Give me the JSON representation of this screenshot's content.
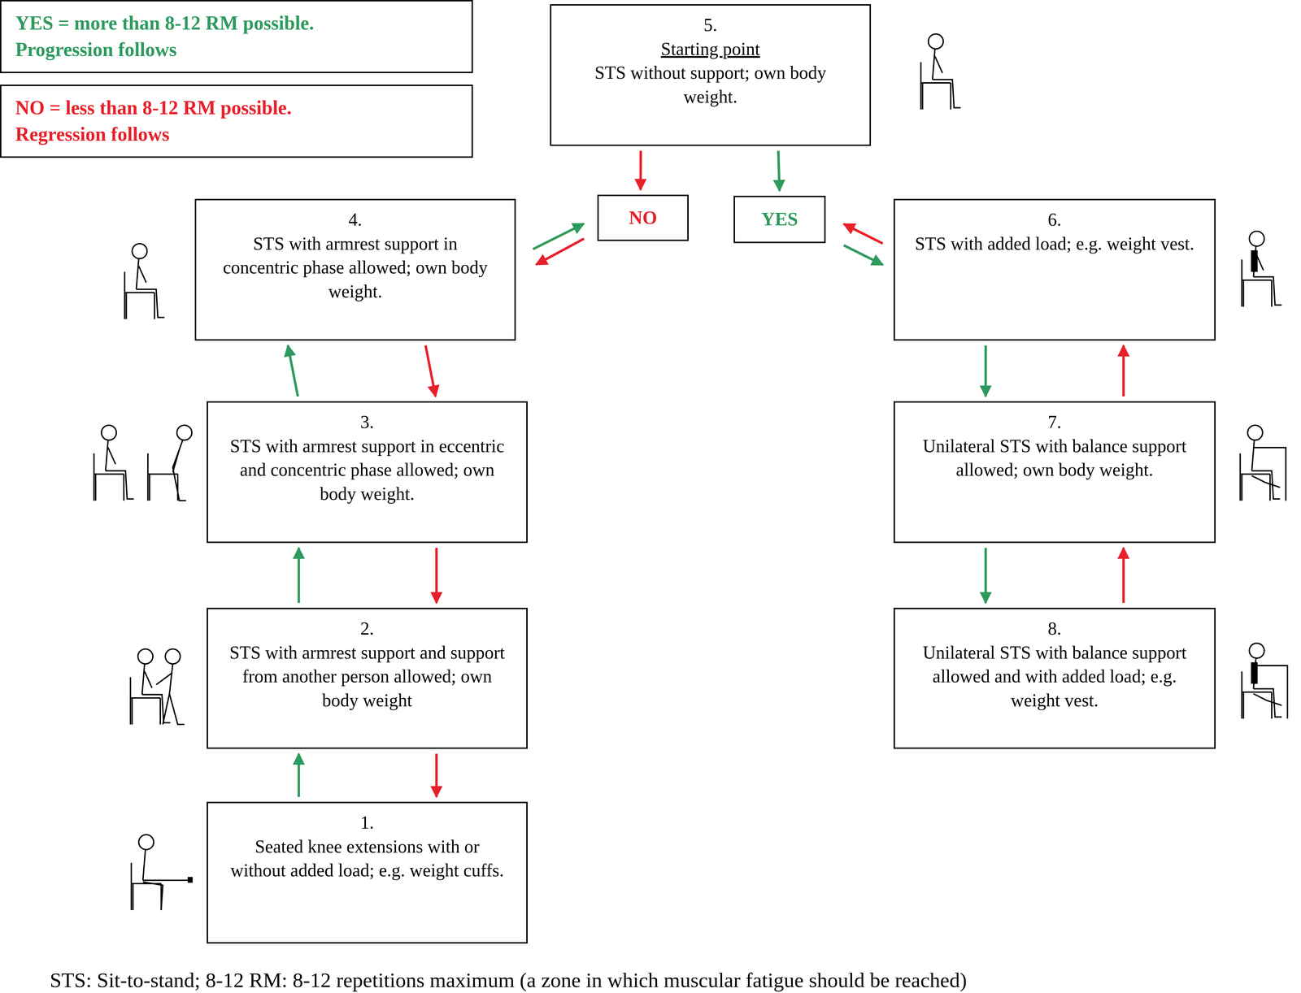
{
  "diagram": {
    "caption": "STS: Sit-to-stand; 8-12 RM: 8-12 repetitions maximum (a zone in which muscular fatigue should be reached)",
    "nodes": [
      {
        "text": [
          "YES = more than 8-12 RM possible. Progression follows"
        ]
      },
      {
        "text": [
          "NO = less than 8-12 RM possible. Regression follows"
        ]
      },
      {
        "text": [
          "5.",
          "Starting point",
          "STS without support; own body weight."
        ]
      },
      {
        "text": [
          "4.",
          "STS with armrest support in concentric phase allowed; own body weight."
        ]
      },
      {
        "text": [
          "NO"
        ]
      },
      {
        "text": [
          "YES"
        ]
      },
      {
        "text": [
          "6.",
          "STS with added load; e.g. weight vest."
        ]
      },
      {
        "text": [
          "3.",
          "STS with armrest support in eccentric and concentric phase allowed; own body weight."
        ]
      },
      {
        "text": [
          "7.",
          "Unilateral STS with balance support allowed; own body weight."
        ]
      },
      {
        "text": [
          "2.",
          "STS with armrest support and support from another person allowed; own body weight"
        ]
      },
      {
        "text": [
          "8.",
          "Unilateral STS with balance support allowed and with added load; e.g. weight vest."
        ]
      },
      {
        "text": [
          "1.",
          "Seated knee extensions with or without added load; e.g. weight cuffs."
        ]
      }
    ],
    "edges": [
      {
        "from": 2,
        "to": 4,
        "arrow": "to"
      },
      {
        "from": 2,
        "to": 5,
        "arrow": "to"
      },
      {
        "from": 3,
        "to": 4,
        "arrow": "to"
      },
      {
        "from": 4,
        "to": 3,
        "arrow": "to"
      },
      {
        "from": 5,
        "to": 6,
        "arrow": "to"
      },
      {
        "from": 6,
        "to": 5,
        "arrow": "to"
      },
      {
        "from": 6,
        "to": 8,
        "arrow": "to"
      },
      {
        "from": 8,
        "to": 6,
        "arrow": "to"
      },
      {
        "from": 8,
        "to": 10,
        "arrow": "to"
      },
      {
        "from": 10,
        "to": 8,
        "arrow": "to"
      },
      {
        "from": 7,
        "to": 3,
        "arrow": "to"
      },
      {
        "from": 3,
        "to": 7,
        "arrow": "to"
      },
      {
        "from": 9,
        "to": 7,
        "arrow": "to"
      },
      {
        "from": 7,
        "to": 9,
        "arrow": "to"
      },
      {
        "from": 11,
        "to": 9,
        "arrow": "to"
      },
      {
        "from": 9,
        "to": 11,
        "arrow": "to"
      }
    ]
  }
}
